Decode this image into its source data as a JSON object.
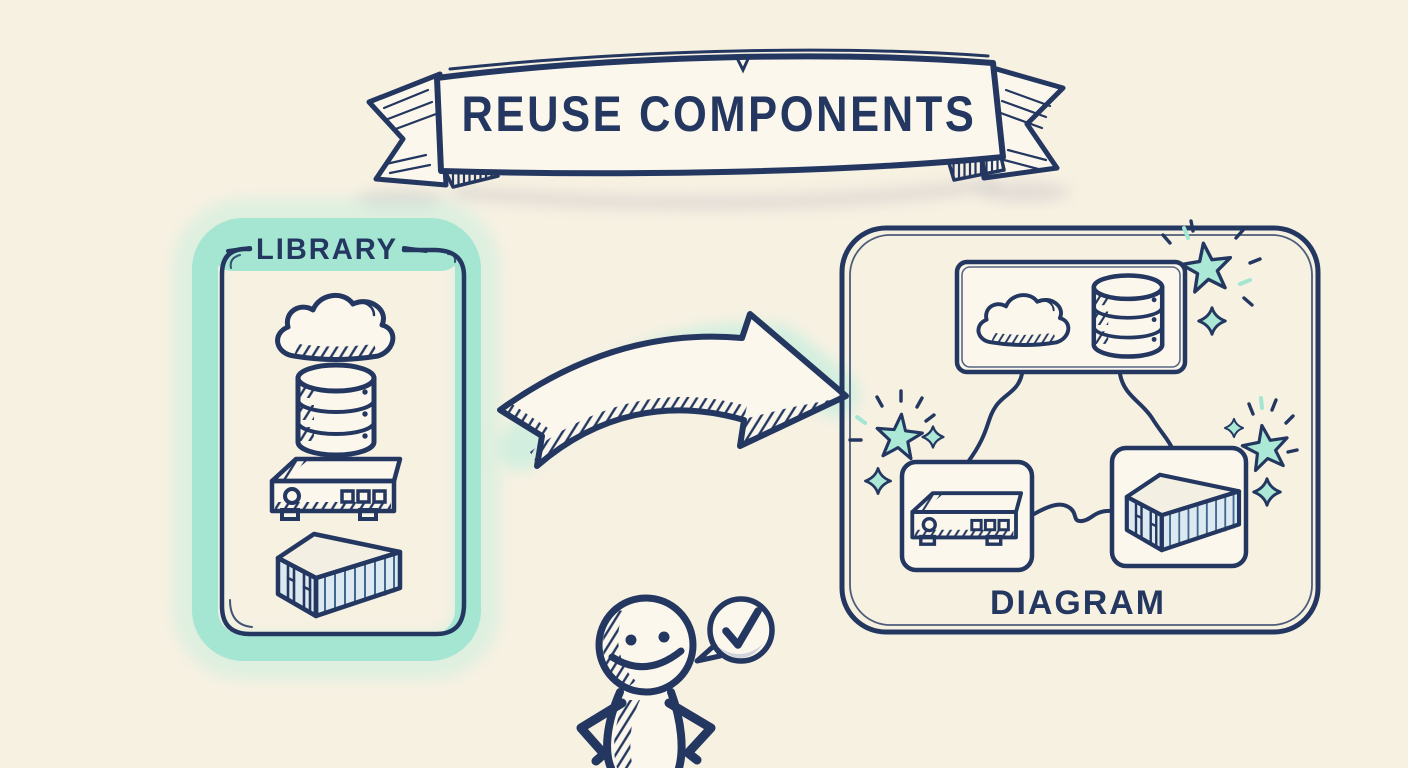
{
  "banner": {
    "label": "REUSE COMPONENTS"
  },
  "library": {
    "label": "LIBRARY",
    "items": [
      {
        "name": "cloud",
        "icon": "cloud-icon"
      },
      {
        "name": "database",
        "icon": "database-icon"
      },
      {
        "name": "server",
        "icon": "server-icon"
      },
      {
        "name": "container",
        "icon": "container-icon"
      }
    ]
  },
  "arrow": {
    "name": "reuse-arrow",
    "direction": "left-to-right"
  },
  "diagram": {
    "label": "DIAGRAM",
    "nodes": [
      {
        "id": "cloud-database-node",
        "icons": [
          "cloud",
          "database"
        ]
      },
      {
        "id": "server-node",
        "icons": [
          "server"
        ]
      },
      {
        "id": "container-node",
        "icons": [
          "container"
        ]
      }
    ],
    "connections": [
      {
        "from": "cloud-database-node",
        "to": "server-node"
      },
      {
        "from": "cloud-database-node",
        "to": "container-node"
      },
      {
        "from": "server-node",
        "to": "container-node"
      }
    ],
    "sparkles": [
      "top-right-cluster",
      "left-cluster",
      "right-cluster"
    ]
  },
  "mascot": {
    "expression": "smiling",
    "pose": "hands-on-hips",
    "speech_bubble": {
      "icon": "checkmark"
    }
  },
  "colors": {
    "paper": "#f7f1e2",
    "ink": "#233760",
    "highlight_teal": "#a5e6d3",
    "glow_teal": "#c6eede",
    "star_fill": "#abe8d5",
    "container_fill": "#dce9f1",
    "container_line": "#41678e",
    "node_fill": "#fbf7ec",
    "bubble_shadow": "#c9cdd8"
  }
}
